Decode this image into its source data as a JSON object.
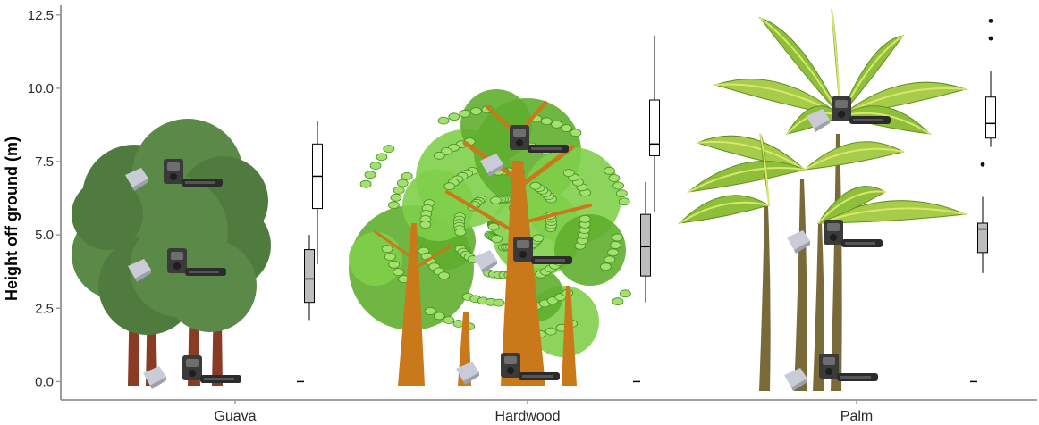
{
  "chart_data": {
    "type": "boxplot",
    "ylabel": "Height off ground (m)",
    "ylim": [
      -1.0,
      12.8
    ],
    "yticks": [
      "0.0",
      "2.5",
      "5.0",
      "7.5",
      "10.0",
      "12.5"
    ],
    "categories": [
      "Guava",
      "Hardwood",
      "Palm"
    ],
    "grid": false,
    "series": [
      {
        "fill": "#bdbdbd",
        "boxes": [
          {
            "category": "Guava",
            "min": 2.1,
            "q1": 2.7,
            "median": 3.5,
            "q3": 4.5,
            "max": 5.0,
            "outliers": []
          },
          {
            "category": "Hardwood",
            "min": 2.7,
            "q1": 3.6,
            "median": 4.6,
            "q3": 5.7,
            "max": 6.8,
            "outliers": []
          },
          {
            "category": "Palm",
            "min": 3.7,
            "q1": 4.4,
            "median": 5.2,
            "q3": 5.4,
            "max": 6.3,
            "outliers": [
              7.4
            ]
          }
        ]
      },
      {
        "fill": "#ffffff",
        "boxes": [
          {
            "category": "Guava",
            "min": 4.0,
            "q1": 5.9,
            "median": 7.0,
            "q3": 8.1,
            "max": 8.9,
            "outliers": []
          },
          {
            "category": "Hardwood",
            "min": 5.8,
            "q1": 7.7,
            "median": 8.1,
            "q3": 9.6,
            "max": 11.8,
            "outliers": []
          },
          {
            "category": "Palm",
            "min": 8.0,
            "q1": 8.3,
            "median": 8.8,
            "q3": 9.7,
            "max": 10.6,
            "outliers": [
              11.7,
              12.3
            ]
          }
        ]
      }
    ],
    "ground_level": [
      {
        "category": "Guava",
        "value": 0.0
      },
      {
        "category": "Hardwood",
        "value": 0.0
      },
      {
        "category": "Palm",
        "value": 0.0
      }
    ],
    "illustrations": [
      "guava-tree",
      "hardwood-tree",
      "palm-tree",
      "camera-trap",
      "sensor-box"
    ]
  }
}
